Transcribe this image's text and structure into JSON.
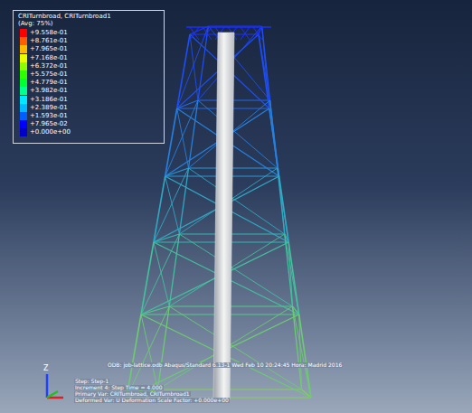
{
  "diagram": {
    "labels": [
      "CRITurnbroad, CRITurnbroad1",
      "(Avg: 75%)",
      "Z",
      "ODB: job-lattice.odb    Abaqus/Standard 6.13-1    Wed Feb 10 20:24:45 Hora: Madrid 2016",
      "Step: Step-1",
      "Increment     4: Step Time =    4.000",
      "Primary Var: CRITurnbroad, CRITurnbroad1",
      "Deformed Var: U   Deformation Scale Factor: +0.000e+00"
    ],
    "legend": [
      {
        "text": "+9.558e-01",
        "color": "#ff0000"
      },
      {
        "text": "+8.761e-01",
        "color": "#ff5d00"
      },
      {
        "text": "+7.965e-01",
        "color": "#ffb900"
      },
      {
        "text": "+7.168e-01",
        "color": "#e8ff00"
      },
      {
        "text": "+6.372e-01",
        "color": "#8cff00"
      },
      {
        "text": "+5.575e-01",
        "color": "#2eff00"
      },
      {
        "text": "+4.779e-01",
        "color": "#00ff2e"
      },
      {
        "text": "+3.982e-01",
        "color": "#00ff8c"
      },
      {
        "text": "+3.186e-01",
        "color": "#00e8ff"
      },
      {
        "text": "+2.389e-01",
        "color": "#00b9ff"
      },
      {
        "text": "+1.593e-01",
        "color": "#005dff"
      },
      {
        "text": "+7.965e-02",
        "color": "#0000ff"
      },
      {
        "text": "+0.000e+00",
        "color": "#0000c8"
      }
    ]
  }
}
